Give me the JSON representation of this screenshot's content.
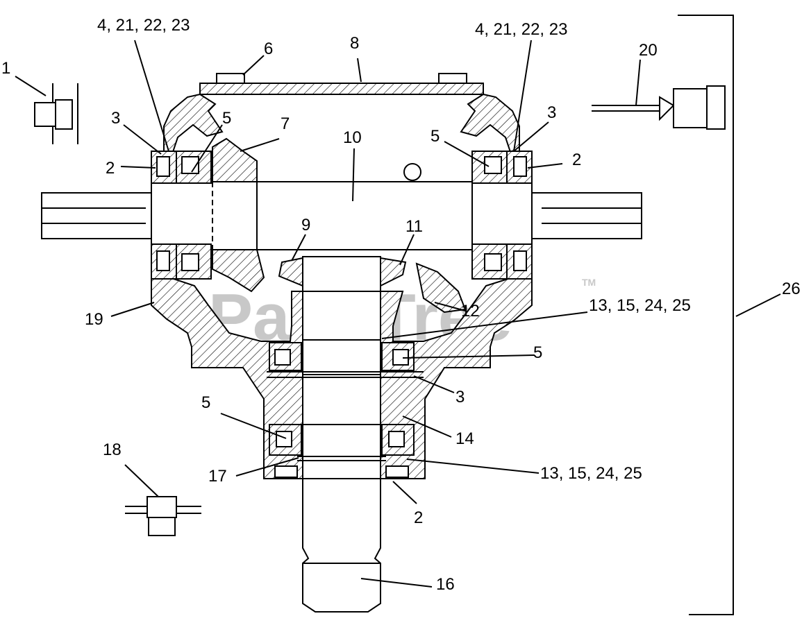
{
  "watermark": {
    "text": "PartsTree",
    "mark": "TM"
  },
  "callouts": [
    {
      "id": "c1",
      "text": "1"
    },
    {
      "id": "c2a",
      "text": "2"
    },
    {
      "id": "c2b",
      "text": "2"
    },
    {
      "id": "c2c",
      "text": "2"
    },
    {
      "id": "c3a",
      "text": "3"
    },
    {
      "id": "c3b",
      "text": "3"
    },
    {
      "id": "c3c",
      "text": "3"
    },
    {
      "id": "c4a",
      "text": "4, 21, 22, 23"
    },
    {
      "id": "c4b",
      "text": "4, 21, 22, 23"
    },
    {
      "id": "c5a",
      "text": "5"
    },
    {
      "id": "c5b",
      "text": "5"
    },
    {
      "id": "c5c",
      "text": "5"
    },
    {
      "id": "c5d",
      "text": "5"
    },
    {
      "id": "c6",
      "text": "6"
    },
    {
      "id": "c7",
      "text": "7"
    },
    {
      "id": "c8",
      "text": "8"
    },
    {
      "id": "c9",
      "text": "9"
    },
    {
      "id": "c10",
      "text": "10"
    },
    {
      "id": "c11",
      "text": "11"
    },
    {
      "id": "c12",
      "text": "12"
    },
    {
      "id": "c13a",
      "text": "13, 15, 24, 25"
    },
    {
      "id": "c13b",
      "text": "13, 15, 24, 25"
    },
    {
      "id": "c14",
      "text": "14"
    },
    {
      "id": "c16",
      "text": "16"
    },
    {
      "id": "c17",
      "text": "17"
    },
    {
      "id": "c18",
      "text": "18"
    },
    {
      "id": "c19",
      "text": "19"
    },
    {
      "id": "c20",
      "text": "20"
    },
    {
      "id": "c26",
      "text": "26"
    }
  ]
}
